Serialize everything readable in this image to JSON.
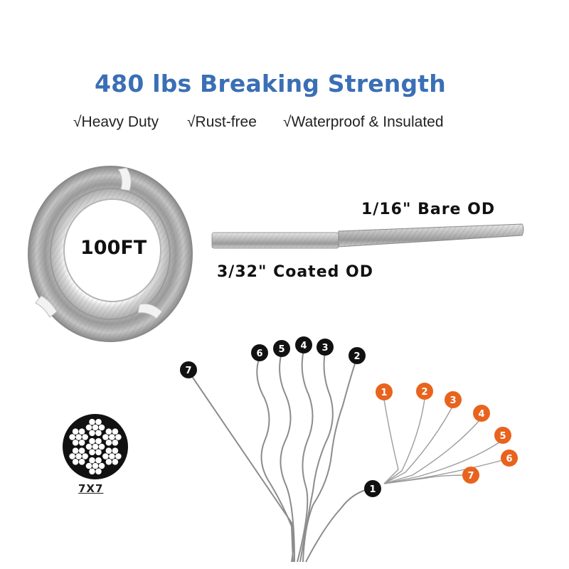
{
  "headline": "480 lbs Breaking Strength",
  "features": [
    "√Heavy Duty",
    "√Rust-free",
    "√Waterproof & Insulated"
  ],
  "coil": {
    "length_label": "100FT"
  },
  "specs": {
    "bare_od": "1/16\" Bare OD",
    "coated_od": "3/32\" Coated OD"
  },
  "construction": {
    "label": "7X7"
  },
  "strand_markers": {
    "black": [
      "7",
      "6",
      "5",
      "4",
      "3",
      "2",
      "1"
    ],
    "orange": [
      "1",
      "2",
      "3",
      "4",
      "5",
      "6",
      "7"
    ]
  },
  "colors": {
    "headline": "#3a6fb5",
    "orange_marker": "#e8641e",
    "black_marker": "#111111"
  }
}
